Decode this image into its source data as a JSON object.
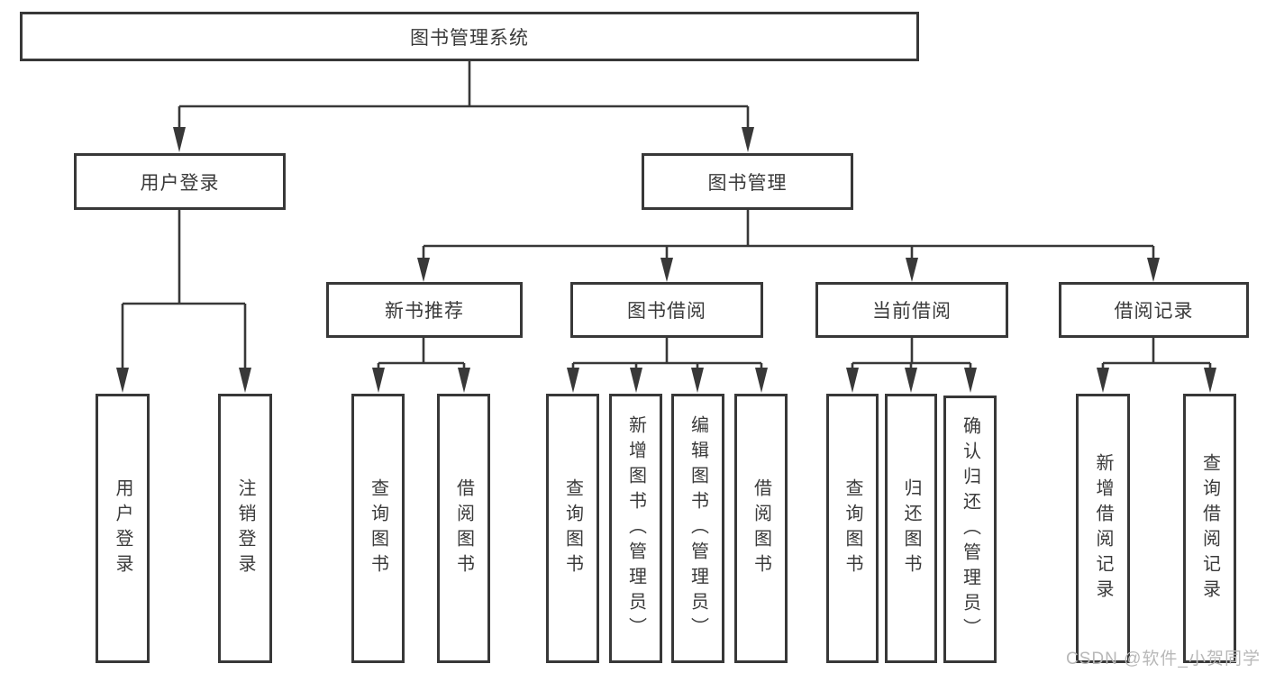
{
  "diagram": {
    "root": {
      "label": "图书管理系统"
    },
    "level2": [
      {
        "label": "用户登录",
        "children": [
          {
            "label": "用户登录"
          },
          {
            "label": "注销登录"
          }
        ]
      },
      {
        "label": "图书管理",
        "children": [
          {
            "label": "新书推荐",
            "children": [
              {
                "label": "查询图书"
              },
              {
                "label": "借阅图书"
              }
            ]
          },
          {
            "label": "图书借阅",
            "children": [
              {
                "label": "查询图书"
              },
              {
                "label": "新增图书（管理员）"
              },
              {
                "label": "编辑图书（管理员）"
              },
              {
                "label": "借阅图书"
              }
            ]
          },
          {
            "label": "当前借阅",
            "children": [
              {
                "label": "查询图书"
              },
              {
                "label": "归还图书"
              },
              {
                "label": "确认归还（管理员）"
              }
            ]
          },
          {
            "label": "借阅记录",
            "children": [
              {
                "label": "新增借阅记录"
              },
              {
                "label": "查询借阅记录"
              }
            ]
          }
        ]
      }
    ]
  },
  "watermark": {
    "text": "CSDN @软件_小贺同学"
  },
  "colors": {
    "line": "#383838",
    "text": "#3a3a3a",
    "watermark": "#b8b8b8",
    "background": "#ffffff"
  }
}
